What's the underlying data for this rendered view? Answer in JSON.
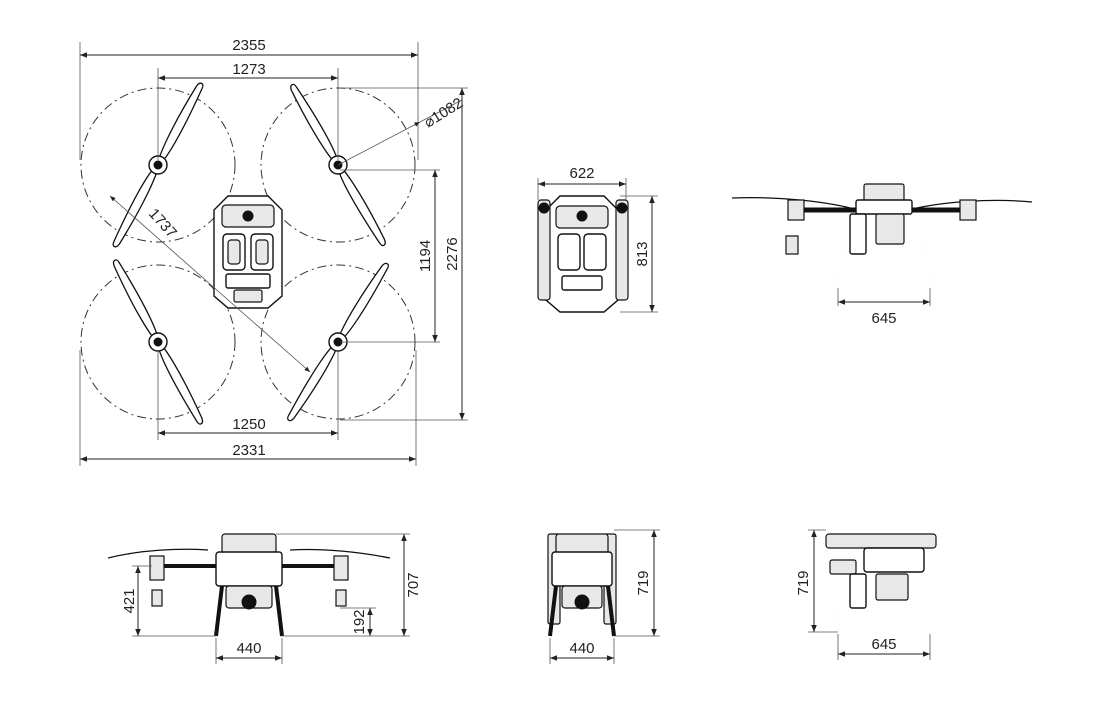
{
  "dimensions": {
    "top_width_overall": "2355",
    "top_motor_span": "1273",
    "rotor_diameter": "⌀1082",
    "diagonal": "1737",
    "height_motor_span": "1194",
    "height_overall": "2276",
    "bottom_motor_span": "1250",
    "bottom_width_overall": "2331",
    "folded_width": "622",
    "folded_depth": "813",
    "side_landing_gear": "645",
    "front_prop_height": "421",
    "front_ground_clearance": "192",
    "front_height": "707",
    "front_gear_width": "440",
    "folded_front_height": "719",
    "folded_front_gear": "440",
    "folded_side_height": "719",
    "folded_side_gear": "645"
  }
}
